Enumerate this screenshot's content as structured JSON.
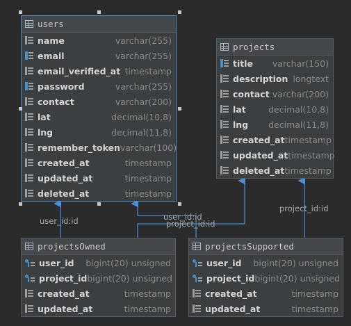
{
  "tables": {
    "users": {
      "name": "users",
      "columns": [
        {
          "name": "name",
          "type": "varchar(255)",
          "icon": "column-icon"
        },
        {
          "name": "email",
          "type": "varchar(255)",
          "icon": "index-column-icon"
        },
        {
          "name": "email_verified_at",
          "type": "timestamp",
          "icon": "column-icon"
        },
        {
          "name": "password",
          "type": "varchar(255)",
          "icon": "index-column-icon"
        },
        {
          "name": "contact",
          "type": "varchar(200)",
          "icon": "column-icon"
        },
        {
          "name": "lat",
          "type": "decimal(10,8)",
          "icon": "column-icon"
        },
        {
          "name": "lng",
          "type": "decimal(11,8)",
          "icon": "column-icon"
        },
        {
          "name": "remember_token",
          "type": "varchar(100)",
          "icon": "column-icon"
        },
        {
          "name": "created_at",
          "type": "timestamp",
          "icon": "column-icon"
        },
        {
          "name": "updated_at",
          "type": "timestamp",
          "icon": "column-icon"
        },
        {
          "name": "deleted_at",
          "type": "timestamp",
          "icon": "column-icon"
        }
      ]
    },
    "projects": {
      "name": "projects",
      "columns": [
        {
          "name": "title",
          "type": "varchar(150)",
          "icon": "index-column-icon"
        },
        {
          "name": "description",
          "type": "longtext",
          "icon": "column-icon"
        },
        {
          "name": "contact",
          "type": "varchar(200)",
          "icon": "column-icon"
        },
        {
          "name": "lat",
          "type": "decimal(10,8)",
          "icon": "column-icon"
        },
        {
          "name": "lng",
          "type": "decimal(11,8)",
          "icon": "column-icon"
        },
        {
          "name": "created_at",
          "type": "timestamp",
          "icon": "column-icon"
        },
        {
          "name": "updated_at",
          "type": "timestamp",
          "icon": "column-icon"
        },
        {
          "name": "deleted_at",
          "type": "timestamp",
          "icon": "column-icon"
        }
      ]
    },
    "projectsOwned": {
      "name": "projectsOwned",
      "columns": [
        {
          "name": "user_id",
          "type": "bigint(20) unsigned",
          "icon": "foreign-key-icon"
        },
        {
          "name": "project_id",
          "type": "bigint(20) unsigned",
          "icon": "foreign-key-icon"
        },
        {
          "name": "created_at",
          "type": "timestamp",
          "icon": "column-icon"
        },
        {
          "name": "updated_at",
          "type": "timestamp",
          "icon": "column-icon"
        }
      ]
    },
    "projectsSupported": {
      "name": "projectsSupported",
      "columns": [
        {
          "name": "user_id",
          "type": "bigint(20) unsigned",
          "icon": "foreign-key-icon"
        },
        {
          "name": "project_id",
          "type": "bigint(20) unsigned",
          "icon": "foreign-key-icon"
        },
        {
          "name": "created_at",
          "type": "timestamp",
          "icon": "column-icon"
        },
        {
          "name": "updated_at",
          "type": "timestamp",
          "icon": "column-icon"
        }
      ]
    }
  },
  "edge_labels": {
    "owned_user": "user_id:id",
    "supported_user": "user_id:id",
    "owned_project": "project_id:id",
    "supported_project": "project_id:id"
  },
  "colors": {
    "background": "#2b2b2b",
    "table_bg": "#3c3f41",
    "selection": "#4a88c7",
    "edge": "#4a90d9"
  }
}
